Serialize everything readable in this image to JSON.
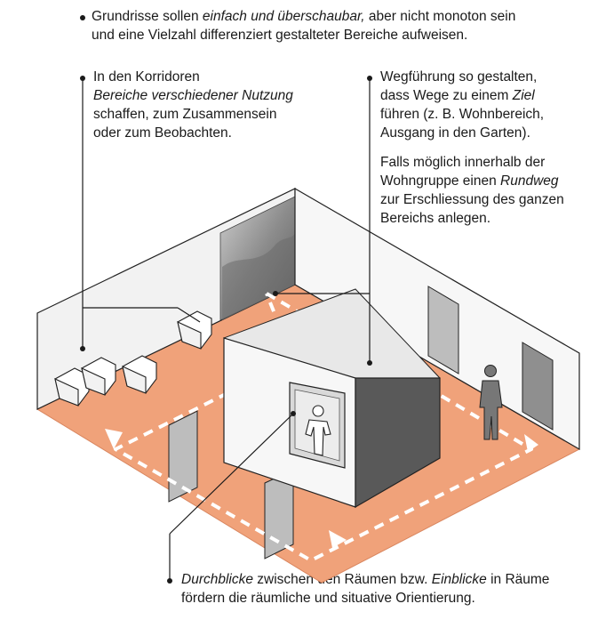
{
  "notes": {
    "top": {
      "l1_a": "Grundrisse sollen ",
      "l1_b": "einfach und überschaubar,",
      "l1_c": " aber nicht monoton sein",
      "l2": "und eine Vielzahl differenziert gestalteter Bereiche aufweisen."
    },
    "left": {
      "l1": "In den Korridoren",
      "l2": "Bereiche verschiedener Nutzung",
      "l3": "schaffen, zum Zusammensein",
      "l4": "oder zum Beobachten."
    },
    "right": {
      "l1": "Wegführung so gestalten,",
      "l2_a": "dass Wege zu einem ",
      "l2_b": "Ziel",
      "l3": "führen (z. B. Wohnbereich,",
      "l4": "Ausgang in den Garten).",
      "p2_l1": "Falls möglich innerhalb der",
      "p2_l2_a": "Wohngruppe einen ",
      "p2_l2_b": "Rundweg",
      "p2_l3": "zur Erschliessung des ganzen",
      "p2_l4": "Bereichs anlegen."
    },
    "bottom": {
      "l1_a": "Durchblicke",
      "l1_b": " zwischen den Räumen bzw. ",
      "l1_c": "Einblicke",
      "l1_d": " in Räume",
      "l2": "fördern die räumliche und situative Orientierung."
    }
  },
  "colors": {
    "floor": "#f0a27a",
    "floor_edge": "#d9865f",
    "wall_light": "#f2f2f2",
    "block_front": "#f7f7f7",
    "block_side": "#595959",
    "door": "#bdbdbd",
    "route": "#ffffff"
  }
}
